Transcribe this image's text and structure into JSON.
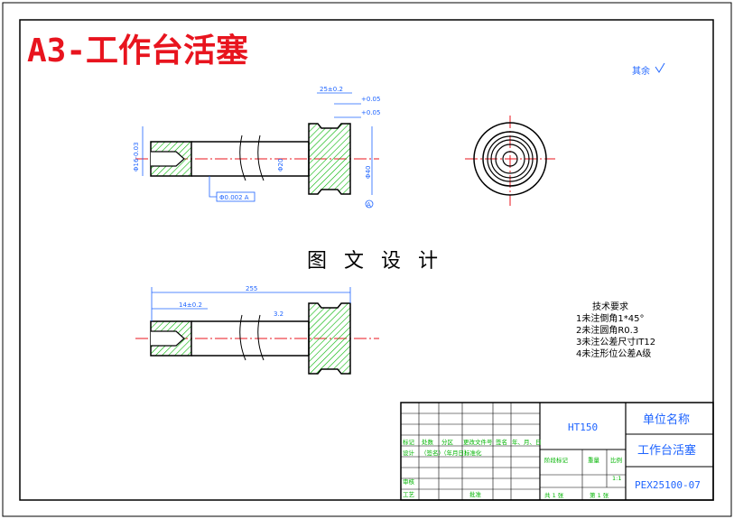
{
  "title": "A3-工作台活塞",
  "corner_note": "其余",
  "center_caption": "图 文 设 计",
  "tech": {
    "heading": "技术要求",
    "items": [
      "1未注倒角1*45°",
      "2未注圆角R0.3",
      "3未注公差尺寸IT12",
      "4未注形位公差A级"
    ]
  },
  "title_block": {
    "material": "HT150",
    "unit_name": "单位名称",
    "part_name": "工作台活塞",
    "drawing_no": "PEX25100-07",
    "headers_row1": [
      "标记",
      "处数",
      "分区",
      "更改文件号",
      "签名",
      "年、月、日"
    ],
    "headers_row2": [
      "设计",
      "（签名）",
      "（年月日）",
      "标准化"
    ],
    "col_labels": [
      "阶段标记",
      "重量",
      "比例"
    ],
    "scale": "1:1",
    "bottom_left": [
      "审核",
      "工艺"
    ],
    "approve": "批准",
    "sheets_total": "共 1 张",
    "sheet_no": "第 1 张"
  },
  "dims": {
    "top_len": "25±0.2",
    "tol_a": "+0.05",
    "tol_b": "+0.05",
    "dia_left": "Φ16-0.03",
    "dia_mid": "Φ20",
    "dia_right": "Φ40",
    "datum": "A",
    "gdt": "Φ0.002 A",
    "total_len": "255",
    "bot_len": "14±0.2",
    "rough": "3.2"
  }
}
